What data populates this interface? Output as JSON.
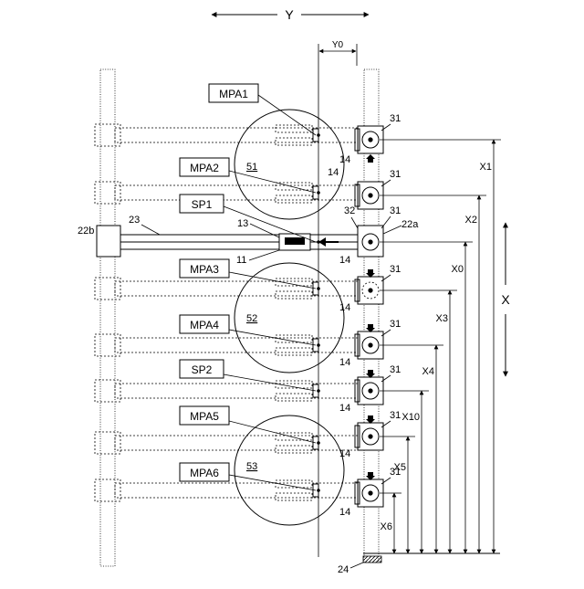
{
  "labels": {
    "axis_y": "Y",
    "axis_x": "X",
    "y0": "Y0",
    "mpa1": "MPA1",
    "mpa2": "MPA2",
    "mpa3": "MPA3",
    "mpa4": "MPA4",
    "mpa5": "MPA5",
    "mpa6": "MPA6",
    "sp1": "SP1",
    "sp2": "SP2",
    "n51": "51",
    "n52": "52",
    "n53": "53",
    "n11": "11",
    "n13": "13",
    "n14": "14",
    "n22a": "22a",
    "n22b": "22b",
    "n23": "23",
    "n24": "24",
    "n31": "31",
    "n32": "32",
    "x0": "X0",
    "x1": "X1",
    "x2": "X2",
    "x3": "X3",
    "x4": "X4",
    "x5": "X5",
    "x6": "X6",
    "x10": "X10"
  }
}
